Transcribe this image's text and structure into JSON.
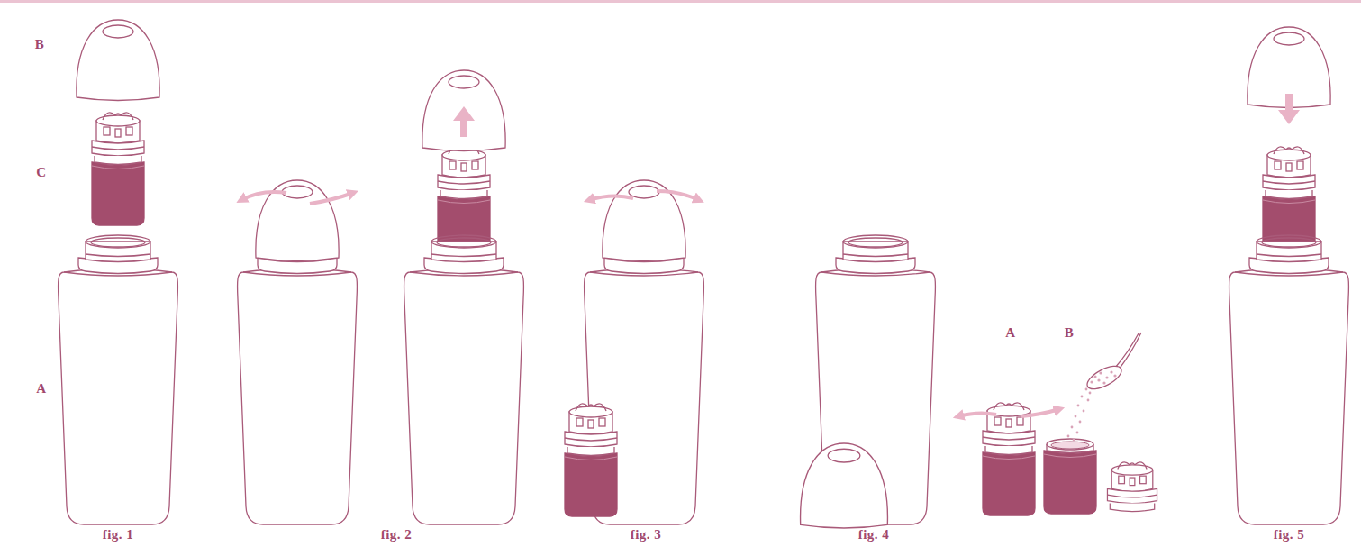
{
  "diagram": {
    "labels": [
      "B",
      "C",
      "A",
      "fig. 1",
      "fig. 2",
      "fig. 3",
      "A",
      "B",
      "fig. 4",
      "fig. 5"
    ]
  }
}
